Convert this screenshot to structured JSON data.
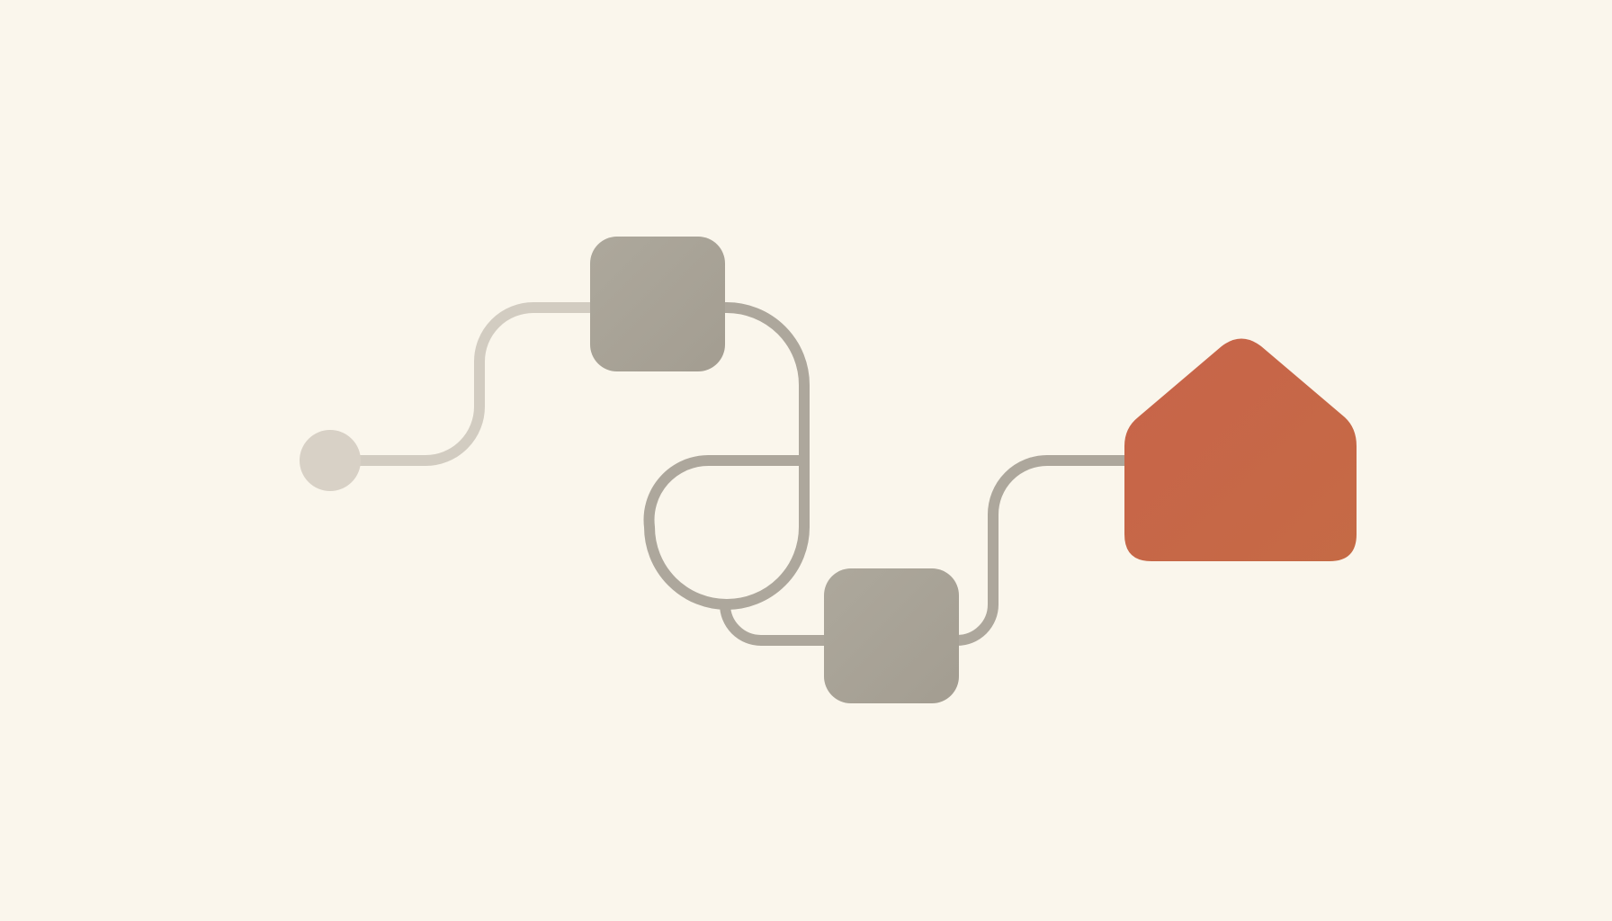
{
  "diagram": {
    "nodes": [
      {
        "id": "start",
        "kind": "circle"
      },
      {
        "id": "step-1",
        "kind": "rounded-square"
      },
      {
        "id": "step-2",
        "kind": "rounded-square"
      },
      {
        "id": "destination",
        "kind": "home"
      }
    ],
    "edges": [
      {
        "from": "start",
        "to": "step-1"
      },
      {
        "from": "step-1",
        "to": "step-2",
        "style": "loop"
      },
      {
        "from": "step-2",
        "to": "destination"
      }
    ]
  },
  "colors": {
    "background": "#FAF6EC",
    "start_node": "#D8D1C6",
    "first_connector": "#D2CCC1",
    "connector": "#ADA79C",
    "step_node": "#A8A296",
    "destination_node": "#C76444"
  }
}
